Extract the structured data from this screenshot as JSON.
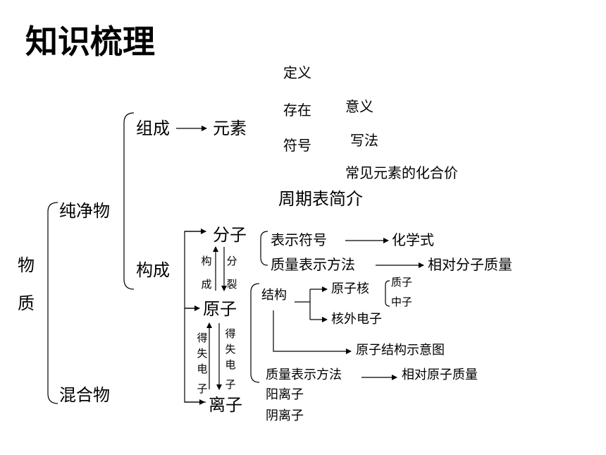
{
  "title": "知识梳理",
  "root": [
    "物",
    "质"
  ],
  "pure": "纯净物",
  "mixture": "混合物",
  "composition": "组成",
  "element": "元素",
  "element_items": {
    "definition": "定义",
    "existence": "存在",
    "symbol": "符号",
    "meaning": "意义",
    "writing": "写法",
    "valence": "常见元素的化合价"
  },
  "periodic_table": "周期表简介",
  "structure": "构成",
  "molecule": "分子",
  "atom": "原子",
  "ion": "离子",
  "vertical_labels": {
    "constitute": [
      "构",
      "成"
    ],
    "split": [
      "分",
      "裂"
    ],
    "gain_lose_left": [
      "得",
      "失",
      "电",
      "子"
    ],
    "gain_lose_right": [
      "得",
      "失",
      "电",
      "子"
    ]
  },
  "molecule_items": {
    "notation": "表示符号",
    "formula": "化学式",
    "mass_method": "质量表示方法",
    "relative_molecular_mass": "相对分子质量"
  },
  "atom_items": {
    "structure": "结构",
    "nucleus": "原子核",
    "proton": "质子",
    "neutron": "中子",
    "electrons": "核外电子",
    "diagram": "原子结构示意图",
    "mass_method": "质量表示方法",
    "relative_atomic_mass": "相对原子质量"
  },
  "ion_items": {
    "cation": "阳离子",
    "anion": "阴离子"
  }
}
